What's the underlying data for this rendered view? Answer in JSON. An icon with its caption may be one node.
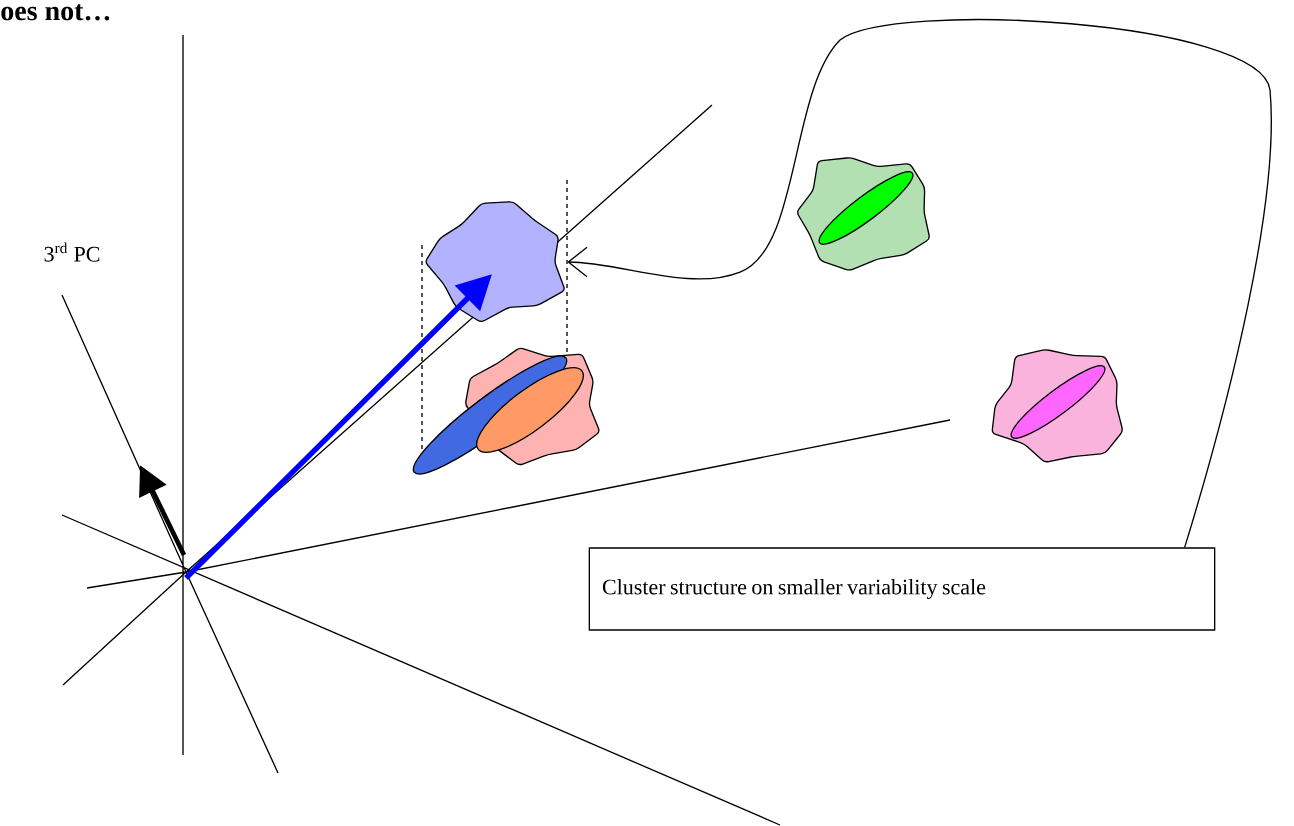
{
  "diagram": {
    "title": "oes not…",
    "nodes": [
      {
        "text": [
          "Cluster structure on smaller variability scale"
        ]
      },
      {
        "text": [],
        "shape": "cloud"
      },
      {
        "text": [],
        "shape": "cloud"
      },
      {
        "text": [],
        "shape": "cloud"
      },
      {
        "text": [],
        "shape": "cloud"
      }
    ],
    "edges": [
      {
        "from": 0,
        "to": 1,
        "arrow": "to"
      }
    ],
    "labels": [
      "3$^{rd}$ PC"
    ]
  }
}
